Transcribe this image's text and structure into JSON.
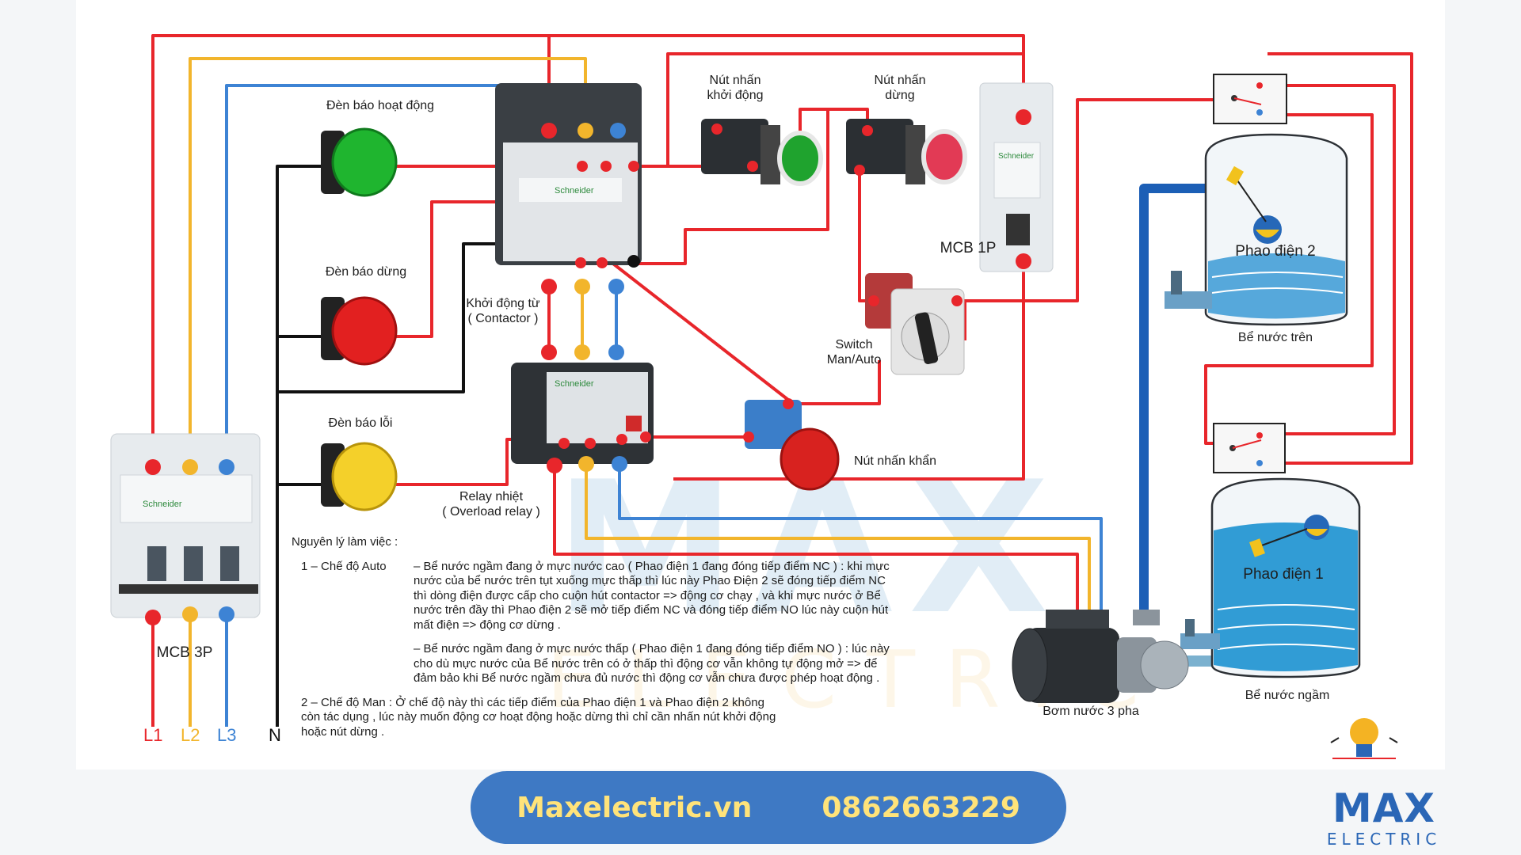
{
  "labels": {
    "den_hoat_dong": "Đèn báo hoạt động",
    "den_dung": "Đèn báo dừng",
    "den_loi": "Đèn báo lỗi",
    "contactor": "Khởi động từ\n( Contactor )",
    "relay": "Relay nhiệt\n( Overload relay )",
    "nut_khoi_dong": "Nút nhấn\nkhởi động",
    "nut_dung": "Nút nhấn\ndừng",
    "mcb1p": "MCB 1P",
    "switch": "Switch\nMan/Auto",
    "nut_khan": "Nút nhấn khẩn",
    "phao2": "Phao điện 2",
    "phao1": "Phao điện 1",
    "be_tren": "Bể nước trên",
    "be_ngam": "Bể nước ngầm",
    "bom": "Bơm nước 3 pha",
    "mcb3p": "MCB 3P",
    "l1": "L1",
    "l2": "L2",
    "l3": "L3",
    "n": "N"
  },
  "notes": {
    "heading": "Nguyên lý làm việc :",
    "mode1_title": "1 – Chế độ Auto",
    "mode1_p1": "– Bể nước ngầm đang ở mực nước cao ( Phao điện 1 đang đóng tiếp điểm NC ) : khi mực nước của bể nước trên tụt xuống mực thấp thì lúc này Phao Điện 2 sẽ đóng tiếp điểm NC thì dòng điện được cấp cho cuộn hút contactor => động cơ chạy , và khi mực nước ở Bể nước trên đầy thì Phao điện 2 sẽ mở tiếp điểm NC và đóng tiếp điểm NO lúc này cuộn hút mất điện => động cơ dừng .",
    "mode1_p2": "– Bể nước ngầm đang ở mực nước thấp ( Phao điện 1 đang đóng tiếp điểm NO ) : lúc này cho dù mực nước của Bể nước trên có ở thấp thì động cơ vẫn không tự động mở => để đảm bảo khi Bể nước ngầm chưa đủ nước thì động cơ vẫn chưa được phép hoạt động .",
    "mode2": "2 – Chế độ Man : Ở chế độ này thì các tiếp điểm của Phao điện 1 và Phao điện 2 không còn tác dụng , lúc này muốn động cơ hoạt động hoặc dừng thì chỉ cần nhấn nút khởi động hoặc nút dừng ."
  },
  "banner": {
    "website": "Maxelectric.vn",
    "phone": "0862663229"
  },
  "logo": {
    "title": "MAX",
    "subtitle": "ELECTRIC"
  },
  "watermark": {
    "title": "MAX",
    "subtitle": "ELECTRIC"
  },
  "colors": {
    "l1": "#e8262b",
    "l2": "#f2b52c",
    "l3": "#3d83d4",
    "neutral": "#111111",
    "brand": "#2a66b6"
  }
}
